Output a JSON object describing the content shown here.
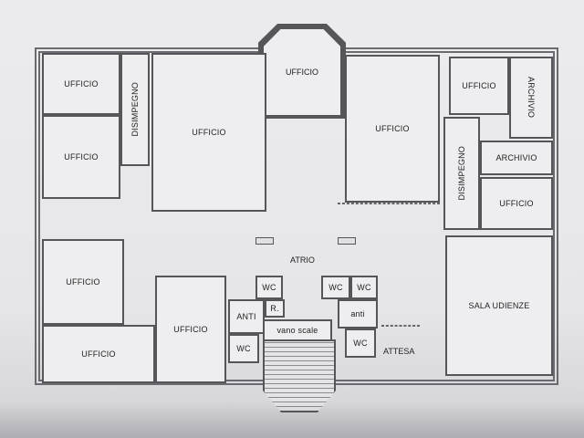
{
  "floor_plan": {
    "rooms": {
      "ufficio_1": "UFFICIO",
      "disimpegno_left": "DISIMPEGNO",
      "ufficio_2": "UFFICIO",
      "ufficio_big_left": "UFFICIO",
      "ufficio_top_center": "UFFICIO",
      "ufficio_big_right": "UFFICIO",
      "ufficio_top_right": "UFFICIO",
      "archivio_vertical": "ARCHIVIO",
      "disimpegno_right": "DISIMPEGNO",
      "archivio": "ARCHIVIO",
      "ufficio_right": "UFFICIO",
      "sala_udienze": "SALA UDIENZE",
      "ufficio_left_3": "UFFICIO",
      "ufficio_left_4": "UFFICIO",
      "ufficio_bottom": "UFFICIO",
      "atrio": "ATRIO",
      "wc_1": "WC",
      "anti_left": "ANTI",
      "r": "R.",
      "wc_2": "WC",
      "vano_scale": "vano scale",
      "wc_3": "WC",
      "wc_4": "WC",
      "anti_right": "anti",
      "wc_5": "WC",
      "attesa": "ATTESA"
    }
  }
}
